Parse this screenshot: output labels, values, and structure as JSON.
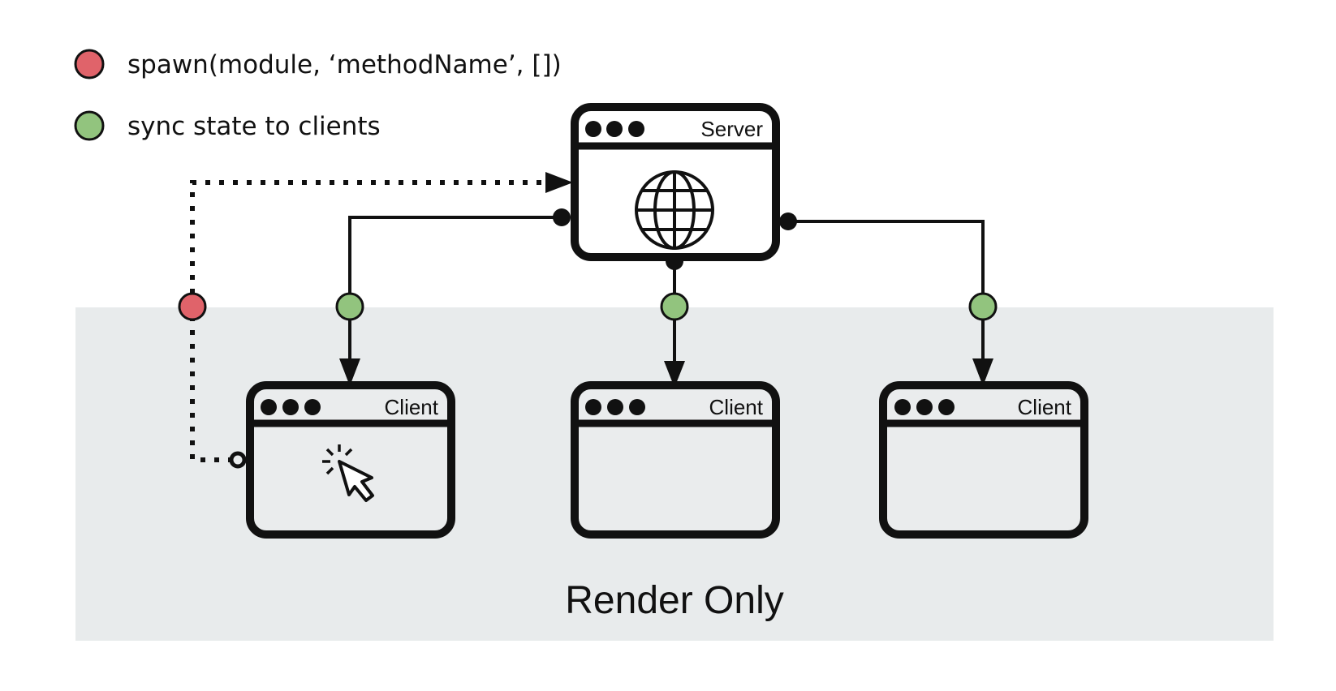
{
  "colors": {
    "spawn": "#e0636a",
    "sync": "#92c47e",
    "stroke": "#111111",
    "region": "#e8ebec"
  },
  "legend": [
    {
      "key": "spawn",
      "icon": "red-circle",
      "label": "spawn(module, ‘methodName’, [])"
    },
    {
      "key": "sync",
      "icon": "green-circle",
      "label": "sync state to clients"
    }
  ],
  "server": {
    "title": "Server",
    "icon": "globe-icon"
  },
  "clients": [
    {
      "title": "Client",
      "icon": "cursor-click-icon"
    },
    {
      "title": "Client",
      "icon": null
    },
    {
      "title": "Client",
      "icon": null
    }
  ],
  "region": {
    "label": "Render Only"
  },
  "edges": [
    {
      "from": "client-1",
      "to": "server",
      "style": "dotted",
      "marker": "spawn"
    },
    {
      "from": "server",
      "to": "client-1",
      "style": "solid",
      "marker": "sync"
    },
    {
      "from": "server",
      "to": "client-2",
      "style": "solid",
      "marker": "sync"
    },
    {
      "from": "server",
      "to": "client-3",
      "style": "solid",
      "marker": "sync"
    }
  ]
}
